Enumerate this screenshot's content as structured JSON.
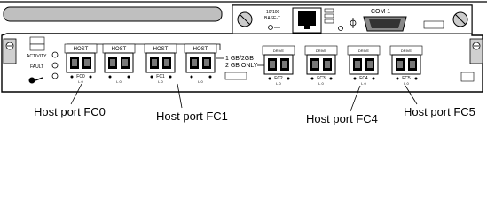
{
  "panel": {
    "link_speed_note_1": "1 GB/2GB",
    "link_speed_note_2": "2 GB ONLY",
    "ethernet_label_1": "10/100",
    "ethernet_label_2": "BASE-T",
    "com_label": "COM 1",
    "activity_label": "ACTIVITY",
    "fault_label": "FAULT",
    "host_label": "HOST",
    "drive_label": "DRIVE"
  },
  "ports": [
    {
      "label": "HOST",
      "name": "FC0",
      "sub": "L    0"
    },
    {
      "label": "HOST",
      "name": "",
      "sub": "L    0"
    },
    {
      "label": "HOST",
      "name": "FC1",
      "sub": "L    0"
    },
    {
      "label": "HOST",
      "name": "",
      "sub": "L    0"
    },
    {
      "label": "DRIVE",
      "name": "FC2",
      "sub": "L    0"
    },
    {
      "label": "DRIVE",
      "name": "FC3",
      "sub": "L    0"
    },
    {
      "label": "DRIVE",
      "name": "FC4",
      "sub": "L    0"
    },
    {
      "label": "DRIVE",
      "name": "FC5",
      "sub": "L    0"
    }
  ],
  "callouts": {
    "fc0": "Host port FC0",
    "fc1": "Host port FC1",
    "fc4": "Host port FC4",
    "fc5": "Host port FC5"
  }
}
